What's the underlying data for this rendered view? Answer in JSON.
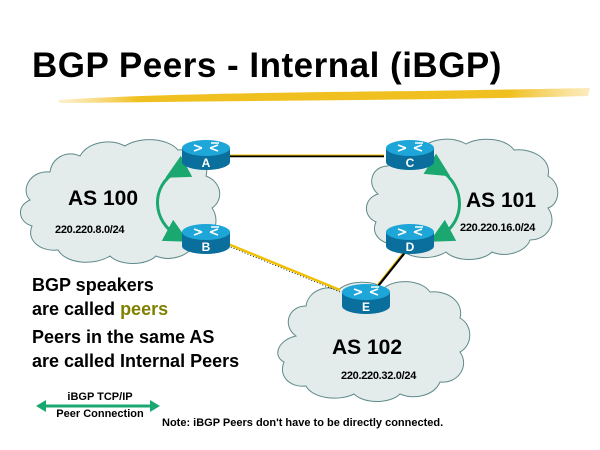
{
  "title": "BGP Peers - Internal (iBGP)",
  "colors": {
    "highlight_stroke": "#f0c020",
    "cloud_fill": "#e4ebeb",
    "cloud_stroke": "#5f8a8a",
    "router_top": "#1ea6d8",
    "router_side": "#0a6f9c",
    "arrow": "#1aa870",
    "link_yellow": "#f0c000",
    "peers_text": "#808000"
  },
  "autonomous_systems": [
    {
      "id": "as100",
      "label": "AS 100",
      "network": "220.220.8.0/24",
      "routers": [
        "A",
        "B"
      ]
    },
    {
      "id": "as101",
      "label": "AS 101",
      "network": "220.220.16.0/24",
      "routers": [
        "C",
        "D"
      ]
    },
    {
      "id": "as102",
      "label": "AS 102",
      "network": "220.220.32.0/24",
      "routers": [
        "E"
      ]
    }
  ],
  "routers": [
    {
      "id": "A",
      "label": "A"
    },
    {
      "id": "B",
      "label": "B"
    },
    {
      "id": "C",
      "label": "C"
    },
    {
      "id": "D",
      "label": "D"
    },
    {
      "id": "E",
      "label": "E"
    }
  ],
  "links": [
    {
      "from": "A",
      "to": "C",
      "type": "physical"
    },
    {
      "from": "B",
      "to": "E",
      "type": "physical"
    },
    {
      "from": "D",
      "to": "E",
      "type": "physical"
    }
  ],
  "ibgp_sessions": [
    {
      "from": "A",
      "to": "B"
    },
    {
      "from": "C",
      "to": "D"
    }
  ],
  "body": {
    "line1": "BGP speakers",
    "line2_prefix": "are called ",
    "line2_highlight": "peers",
    "line3": "Peers in the same AS",
    "line4": "are called Internal Peers"
  },
  "legend": {
    "line1": "iBGP TCP/IP",
    "line2": "Peer Connection"
  },
  "note": "Note: iBGP Peers don't have to be directly connected."
}
